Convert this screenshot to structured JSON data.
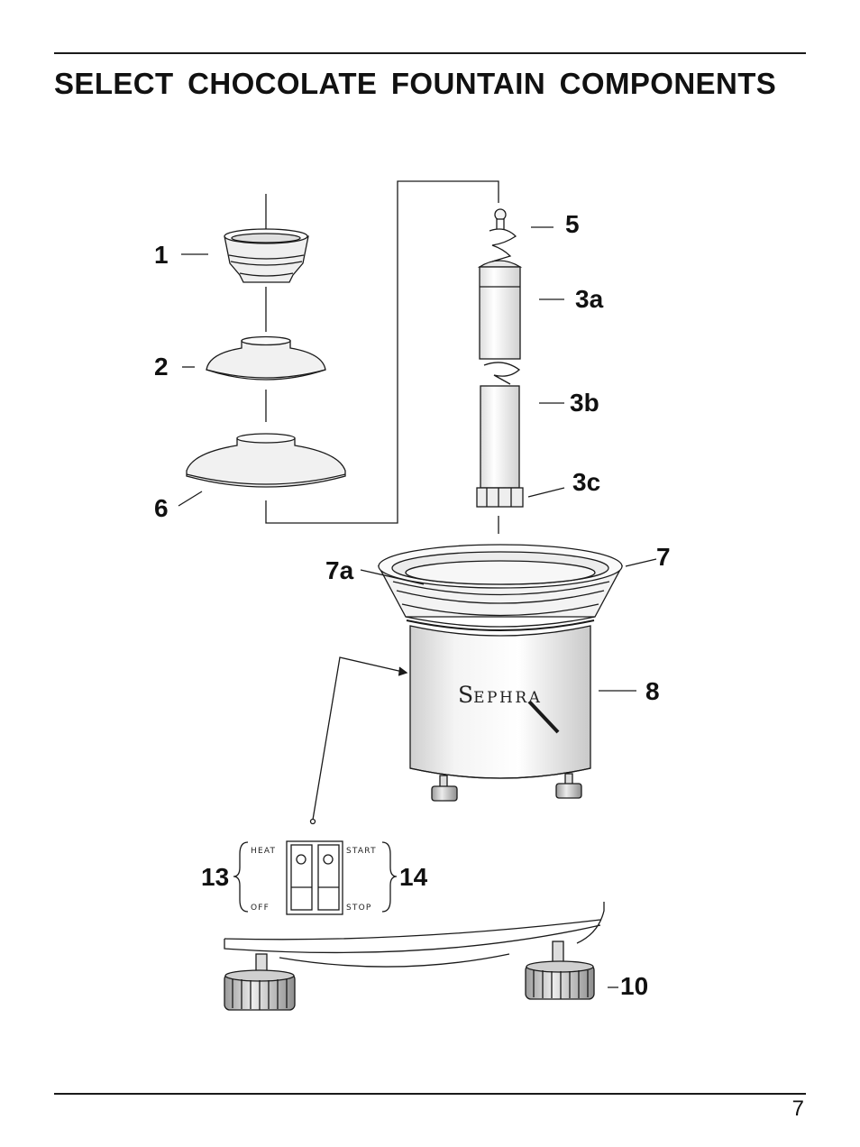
{
  "page": {
    "title": "SELECT CHOCOLATE FOUNTAIN COMPONENTS",
    "page_number": "7"
  },
  "labels": {
    "l1": "1",
    "l2": "2",
    "l6": "6",
    "l5": "5",
    "l3a": "3a",
    "l3b": "3b",
    "l3c": "3c",
    "l7": "7",
    "l7a": "7a",
    "l8": "8",
    "l13": "13",
    "l14": "14",
    "l10": "10"
  },
  "brand": {
    "initial": "S",
    "rest": "EPHRA"
  },
  "switch_panel": {
    "heat": "HEAT",
    "off": "OFF",
    "start": "START",
    "stop": "STOP"
  },
  "colors": {
    "line": "#1a1a1a",
    "shade": "#d9d9d9",
    "light": "#f2f2f2"
  }
}
